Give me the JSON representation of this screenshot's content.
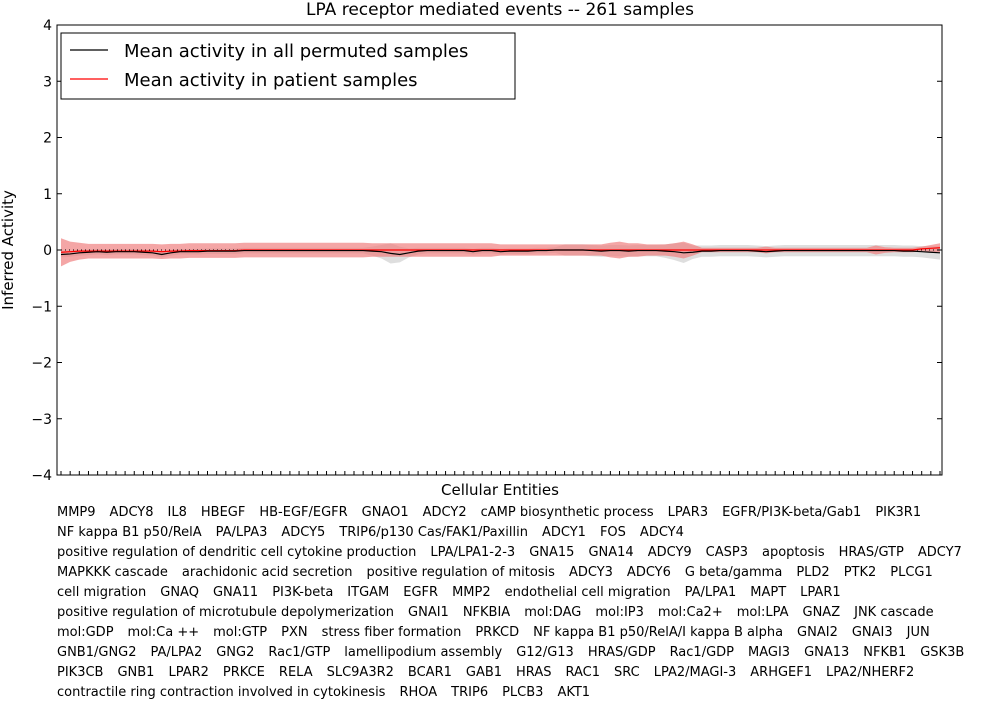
{
  "chart_data": {
    "type": "line",
    "title": "LPA receptor mediated events -- 261 samples",
    "xlabel": "Cellular Entities",
    "ylabel": "Inferred Activity",
    "ylim": [
      -4,
      4
    ],
    "yticks": [
      -4,
      -3,
      -2,
      -1,
      0,
      1,
      2,
      3,
      4
    ],
    "legend_placement": "top-left",
    "grid": false,
    "categories": [
      "MMP9",
      "ADCY8",
      "IL8",
      "HBEGF",
      "HB-EGF/EGFR",
      "GNAO1",
      "ADCY2",
      "cAMP biosynthetic process",
      "LPAR3",
      "EGFR/PI3K-beta/Gab1",
      "PIK3R1",
      "NF kappa B1 p50/RelA",
      "PA/LPA3",
      "ADCY5",
      "TRIP6/p130 Cas/FAK1/Paxillin",
      "ADCY1",
      "FOS",
      "ADCY4",
      "positive regulation of dendritic cell cytokine production",
      "LPA/LPA1-2-3",
      "GNA15",
      "GNA14",
      "ADCY9",
      "CASP3",
      "apoptosis",
      "HRAS/GTP",
      "ADCY7",
      "MAPKKK cascade",
      "arachidonic acid secretion",
      "positive regulation of mitosis",
      "ADCY3",
      "ADCY6",
      "G beta/gamma",
      "PLD2",
      "PTK2",
      "PLCG1",
      "cell migration",
      "GNAQ",
      "GNA11",
      "PI3K-beta",
      "ITGAM",
      "EGFR",
      "MMP2",
      "endothelial cell migration",
      "PA/LPA1",
      "MAPT",
      "LPAR1",
      "positive regulation of microtubule depolymerization",
      "GNAI1",
      "NFKBIA",
      "mol:DAG",
      "mol:IP3",
      "mol:Ca2+",
      "mol:LPA",
      "GNAZ",
      "JNK cascade",
      "mol:GDP",
      "mol:Ca ++",
      "mol:GTP",
      "PXN",
      "stress fiber formation",
      "PRKCD",
      "NF kappa B1 p50/RelA/I kappa B alpha",
      "GNAI2",
      "GNAI3",
      "JUN",
      "GNB1/GNG2",
      "PA/LPA2",
      "GNG2",
      "Rac1/GTP",
      "lamellipodium assembly",
      "G12/G13",
      "HRAS/GDP",
      "Rac1/GDP",
      "MAGI3",
      "GNA13",
      "NFKB1",
      "GSK3B",
      "PIK3CB",
      "GNB1",
      "LPAR2",
      "PRKCE",
      "RELA",
      "SLC9A3R2",
      "BCAR1",
      "GAB1",
      "HRAS",
      "RAC1",
      "SRC",
      "LPA2/MAGI-3",
      "ARHGEF1",
      "LPA2/NHERF2",
      "contractile ring contraction involved in cytokinesis",
      "RHOA",
      "TRIP6",
      "PLCB3",
      "AKT1"
    ],
    "series": [
      {
        "name": "Mean activity in all permuted samples",
        "color": "#000000",
        "band_color": "#d3d3d3",
        "values": [
          -0.08,
          -0.07,
          -0.05,
          -0.04,
          -0.03,
          -0.04,
          -0.03,
          -0.03,
          -0.03,
          -0.04,
          -0.05,
          -0.08,
          -0.05,
          -0.03,
          -0.03,
          -0.03,
          -0.02,
          -0.02,
          -0.02,
          -0.02,
          -0.01,
          -0.01,
          -0.01,
          -0.01,
          -0.01,
          -0.01,
          -0.01,
          -0.01,
          -0.01,
          -0.01,
          -0.01,
          -0.01,
          -0.01,
          -0.01,
          -0.02,
          -0.03,
          -0.06,
          -0.08,
          -0.05,
          -0.02,
          -0.01,
          -0.01,
          -0.01,
          -0.01,
          -0.01,
          -0.03,
          -0.01,
          -0.01,
          -0.03,
          -0.02,
          -0.02,
          -0.02,
          -0.01,
          -0.01,
          0,
          0,
          0,
          0,
          -0.01,
          -0.02,
          -0.01,
          -0.01,
          -0.02,
          -0.01,
          -0.01,
          -0.01,
          -0.02,
          -0.03,
          -0.05,
          -0.04,
          -0.02,
          -0.02,
          -0.01,
          -0.01,
          -0.01,
          -0.01,
          -0.02,
          -0.03,
          -0.02,
          -0.01,
          -0.01,
          -0.01,
          -0.01,
          -0.01,
          -0.01,
          -0.01,
          -0.01,
          -0.01,
          -0.01,
          -0.01,
          -0.01,
          -0.01,
          -0.02,
          -0.02,
          -0.03,
          -0.04,
          -0.05
        ],
        "spread": [
          0.05,
          0.05,
          0.05,
          0.05,
          0.05,
          0.05,
          0.05,
          0.05,
          0.05,
          0.05,
          0.05,
          0.05,
          0.05,
          0.05,
          0.05,
          0.05,
          0.05,
          0.05,
          0.05,
          0.05,
          0.05,
          0.05,
          0.05,
          0.05,
          0.05,
          0.05,
          0.05,
          0.05,
          0.05,
          0.05,
          0.05,
          0.05,
          0.05,
          0.05,
          0.08,
          0.12,
          0.18,
          0.14,
          0.08,
          0.06,
          0.05,
          0.05,
          0.05,
          0.05,
          0.05,
          0.05,
          0.05,
          0.05,
          0.05,
          0.05,
          0.05,
          0.05,
          0.05,
          0.05,
          0.05,
          0.1,
          0.1,
          0.1,
          0.1,
          0.1,
          0.1,
          0.1,
          0.1,
          0.1,
          0.1,
          0.1,
          0.12,
          0.15,
          0.18,
          0.12,
          0.1,
          0.1,
          0.1,
          0.1,
          0.1,
          0.1,
          0.1,
          0.1,
          0.1,
          0.1,
          0.1,
          0.1,
          0.1,
          0.1,
          0.1,
          0.1,
          0.1,
          0.1,
          0.1,
          0.1,
          0.1,
          0.1,
          0.1,
          0.1,
          0.1,
          0.11,
          0.12
        ]
      },
      {
        "name": "Mean activity in patient samples",
        "color": "#ff0000",
        "band_color": "#f08080",
        "values": [
          -0.04,
          -0.03,
          -0.02,
          -0.02,
          -0.02,
          -0.02,
          -0.02,
          -0.02,
          -0.02,
          -0.02,
          -0.02,
          -0.03,
          -0.02,
          -0.02,
          -0.01,
          -0.01,
          -0.01,
          -0.01,
          -0.01,
          -0.01,
          0,
          0,
          0,
          0,
          0,
          0,
          0,
          0,
          0,
          0,
          0,
          0,
          0,
          0,
          0,
          0,
          0,
          0,
          0,
          0,
          0,
          0,
          0,
          0,
          0,
          0,
          0,
          0,
          0,
          0,
          0,
          0,
          0,
          0,
          0,
          0,
          0,
          0,
          0,
          0,
          0,
          0,
          0,
          0,
          0,
          0,
          0,
          0,
          0,
          0,
          0,
          0,
          0,
          0,
          0,
          0,
          0,
          0,
          0,
          0,
          0,
          0,
          0,
          0,
          0,
          0,
          0,
          0,
          0,
          0,
          0,
          0,
          0,
          0,
          0.02,
          0.03,
          0.04
        ],
        "spread": [
          0.25,
          0.18,
          0.15,
          0.13,
          0.13,
          0.13,
          0.13,
          0.13,
          0.13,
          0.13,
          0.13,
          0.13,
          0.13,
          0.13,
          0.13,
          0.13,
          0.13,
          0.13,
          0.13,
          0.13,
          0.13,
          0.13,
          0.13,
          0.13,
          0.13,
          0.13,
          0.13,
          0.13,
          0.13,
          0.13,
          0.13,
          0.13,
          0.13,
          0.13,
          0.12,
          0.12,
          0.12,
          0.12,
          0.12,
          0.12,
          0.12,
          0.12,
          0.12,
          0.12,
          0.12,
          0.12,
          0.12,
          0.12,
          0.1,
          0.1,
          0.1,
          0.1,
          0.1,
          0.1,
          0.1,
          0.1,
          0.1,
          0.1,
          0.1,
          0.1,
          0.13,
          0.15,
          0.12,
          0.12,
          0.1,
          0.1,
          0.1,
          0.12,
          0.15,
          0.1,
          0.04,
          0.04,
          0.04,
          0.04,
          0.04,
          0.04,
          0.04,
          0.06,
          0.04,
          0.04,
          0.04,
          0.04,
          0.04,
          0.04,
          0.04,
          0.04,
          0.04,
          0.04,
          0.04,
          0.08,
          0.05,
          0.04,
          0.04,
          0.04,
          0.04,
          0.06,
          0.08
        ]
      }
    ]
  }
}
